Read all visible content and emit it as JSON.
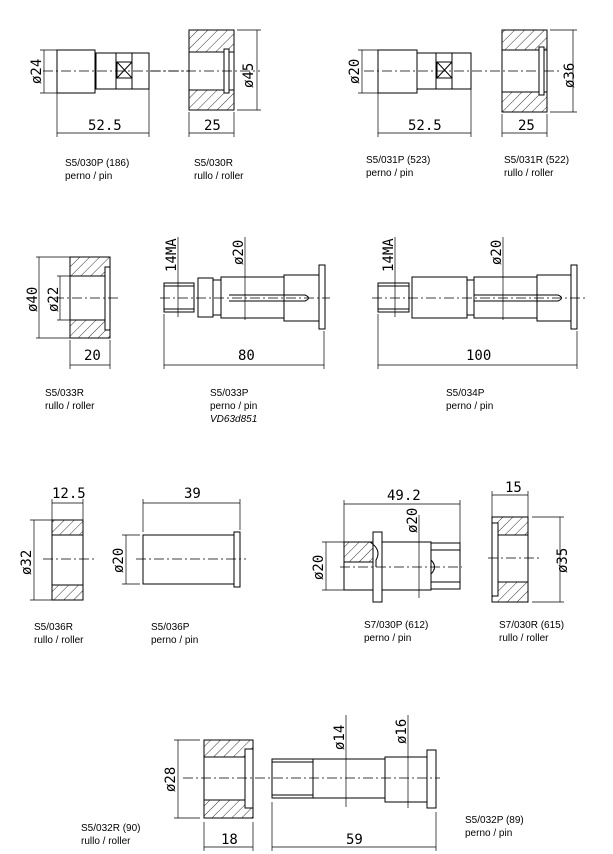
{
  "parts": [
    {
      "code": "S5/030P (186)",
      "desc": "perno / pin",
      "dims": [
        "ø24",
        "52.5"
      ]
    },
    {
      "code": "S5/030R",
      "desc": "rullo / roller",
      "dims": [
        "ø45",
        "25"
      ]
    },
    {
      "code": "S5/031P (523)",
      "desc": "perno / pin",
      "dims": [
        "ø20",
        "52.5"
      ]
    },
    {
      "code": "S5/031R (522)",
      "desc": "rullo / roller",
      "dims": [
        "ø36",
        "25"
      ]
    },
    {
      "code": "S5/033R",
      "desc": "rullo / roller",
      "dims": [
        "ø40",
        "ø22",
        "20"
      ]
    },
    {
      "code": "S5/033P",
      "desc": "perno / pin",
      "note": "VD63d851",
      "dims": [
        "14MA",
        "ø20",
        "80"
      ]
    },
    {
      "code": "S5/034P",
      "desc": "perno / pin",
      "dims": [
        "14MA",
        "ø20",
        "100"
      ]
    },
    {
      "code": "S5/036R",
      "desc": "rullo / roller",
      "dims": [
        "12.5",
        "ø32"
      ]
    },
    {
      "code": "S5/036P",
      "desc": "perno / pin",
      "dims": [
        "39",
        "ø20"
      ]
    },
    {
      "code": "S7/030P (612)",
      "desc": "perno / pin",
      "dims": [
        "49.2",
        "ø20",
        "ø20"
      ]
    },
    {
      "code": "S7/030R (615)",
      "desc": "rullo / roller",
      "dims": [
        "15",
        "ø35"
      ]
    },
    {
      "code": "S5/032R (90)",
      "desc": "rullo / roller",
      "dims": [
        "ø28",
        "18"
      ]
    },
    {
      "code": "S5/032P (89)",
      "desc": "perno / pin",
      "dims": [
        "ø14",
        "ø16",
        "59"
      ]
    }
  ]
}
